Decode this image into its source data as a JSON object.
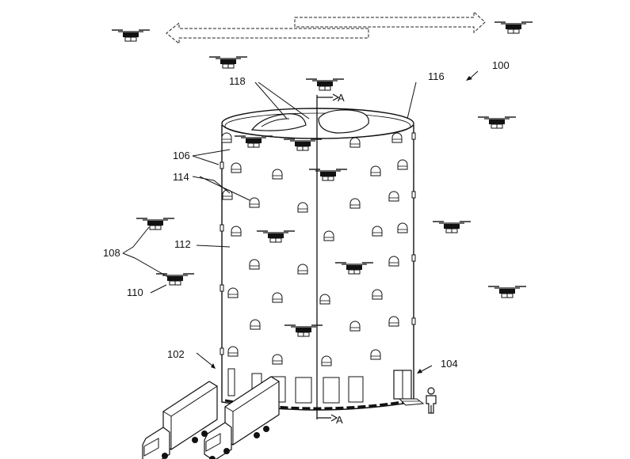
{
  "figure": {
    "section_label": "A",
    "labels": {
      "tower": "100",
      "rooftop_doors": "118",
      "roof": "116",
      "ports": "106",
      "windows": "114",
      "drones": "108",
      "drone": "110",
      "wall": "112",
      "truck_bay": "102",
      "entrance": "104"
    }
  }
}
